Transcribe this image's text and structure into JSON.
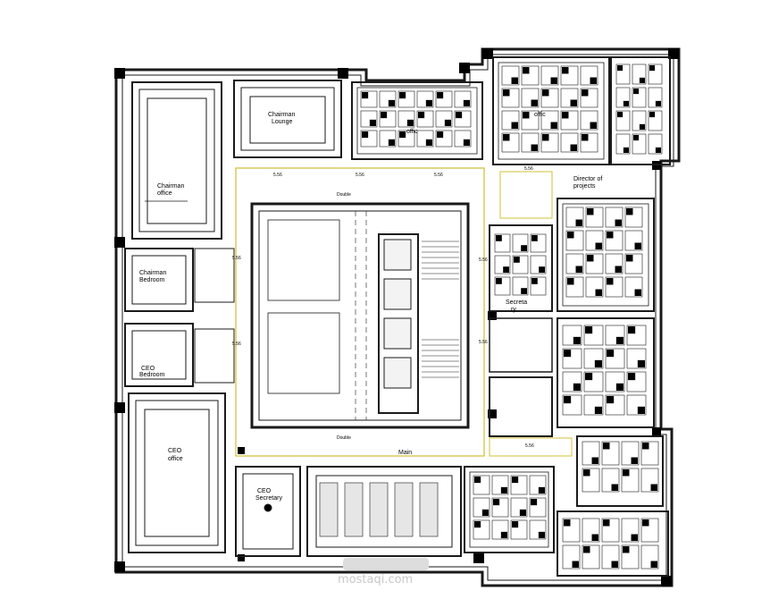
{
  "rooms": [
    {
      "id": "chairman-office",
      "lines": [
        "Chairman",
        "office"
      ]
    },
    {
      "id": "chairman-lounge",
      "lines": [
        "Chairman",
        "Lounge"
      ]
    },
    {
      "id": "chairman-bedroom",
      "lines": [
        "Chairman",
        "Bedroom"
      ]
    },
    {
      "id": "ceo-bedroom",
      "lines": [
        "CEO",
        "Bedroom"
      ]
    },
    {
      "id": "ceo-office",
      "lines": [
        "CEO",
        "office"
      ]
    },
    {
      "id": "ceo-secretary",
      "lines": [
        "CEO",
        "Secretary"
      ]
    },
    {
      "id": "director-of-projects",
      "lines": [
        "Director of",
        "projects"
      ]
    },
    {
      "id": "secretary",
      "lines": [
        "Secreta",
        "ry"
      ]
    },
    {
      "id": "main",
      "lines": [
        "Main"
      ]
    },
    {
      "id": "office-1",
      "lines": [
        "offic"
      ]
    },
    {
      "id": "office-2",
      "lines": [
        "offic"
      ]
    }
  ],
  "annotations": [
    "5.56",
    "5.56",
    "5.56",
    "5.56",
    "5.56",
    "5.56",
    "5.56",
    "5.56",
    "5.56",
    "Double",
    "Double"
  ],
  "watermark": "mostaqi.com",
  "colors": {
    "line": "#1a1a1a",
    "accent": "#d9cc5a",
    "fill": "#000000",
    "paper": "#ffffff"
  }
}
